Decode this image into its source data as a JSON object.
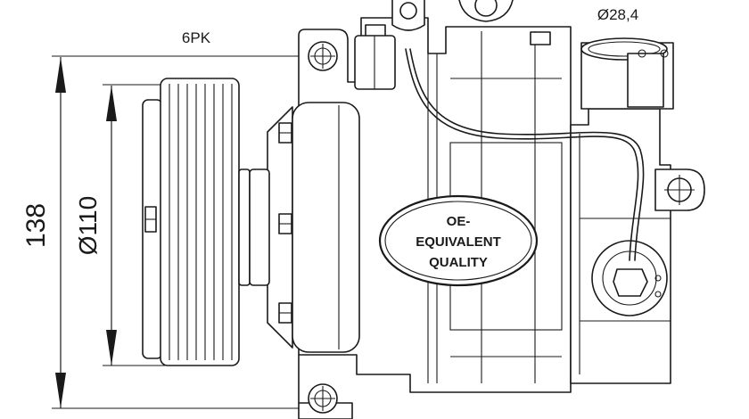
{
  "dimensions": {
    "belt_label": "6PK",
    "port_diameter_label": "Ø28,4",
    "overall_height_label": "138",
    "pulley_diameter_label": "Ø110"
  },
  "badge": {
    "line1": "OE-",
    "line2": "EQUIVALENT",
    "line3": "QUALITY"
  }
}
